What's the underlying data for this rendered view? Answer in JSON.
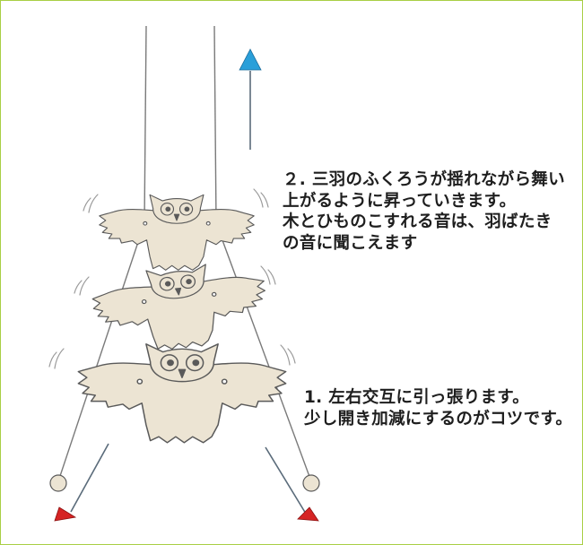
{
  "colors": {
    "frame": "#a8cf45",
    "owl_fill": "#ece4d3",
    "owl_stroke": "#5a5a5a",
    "string": "#7a7a7a",
    "arrow_up": "#2a9fd9",
    "arrow_down": "#d62424",
    "text": "#1e1e1e"
  },
  "icons": {
    "up_arrow": "blue-up-arrow-icon",
    "down_arrow_left": "red-down-left-arrow-icon",
    "down_arrow_right": "red-down-right-arrow-icon",
    "owl": "owl-icon"
  },
  "captions": {
    "step2": {
      "lines": [
        "２. 三羽のふくろうが揺れながら舞い",
        "上がるように昇っていきます。",
        "木とひものこすれる音は、羽ばたき",
        "の音に聞こえます"
      ]
    },
    "step1": {
      "lines": [
        "1. 左右交互に引っ張ります。",
        "少し開き加減にするのがコツです。"
      ]
    }
  }
}
